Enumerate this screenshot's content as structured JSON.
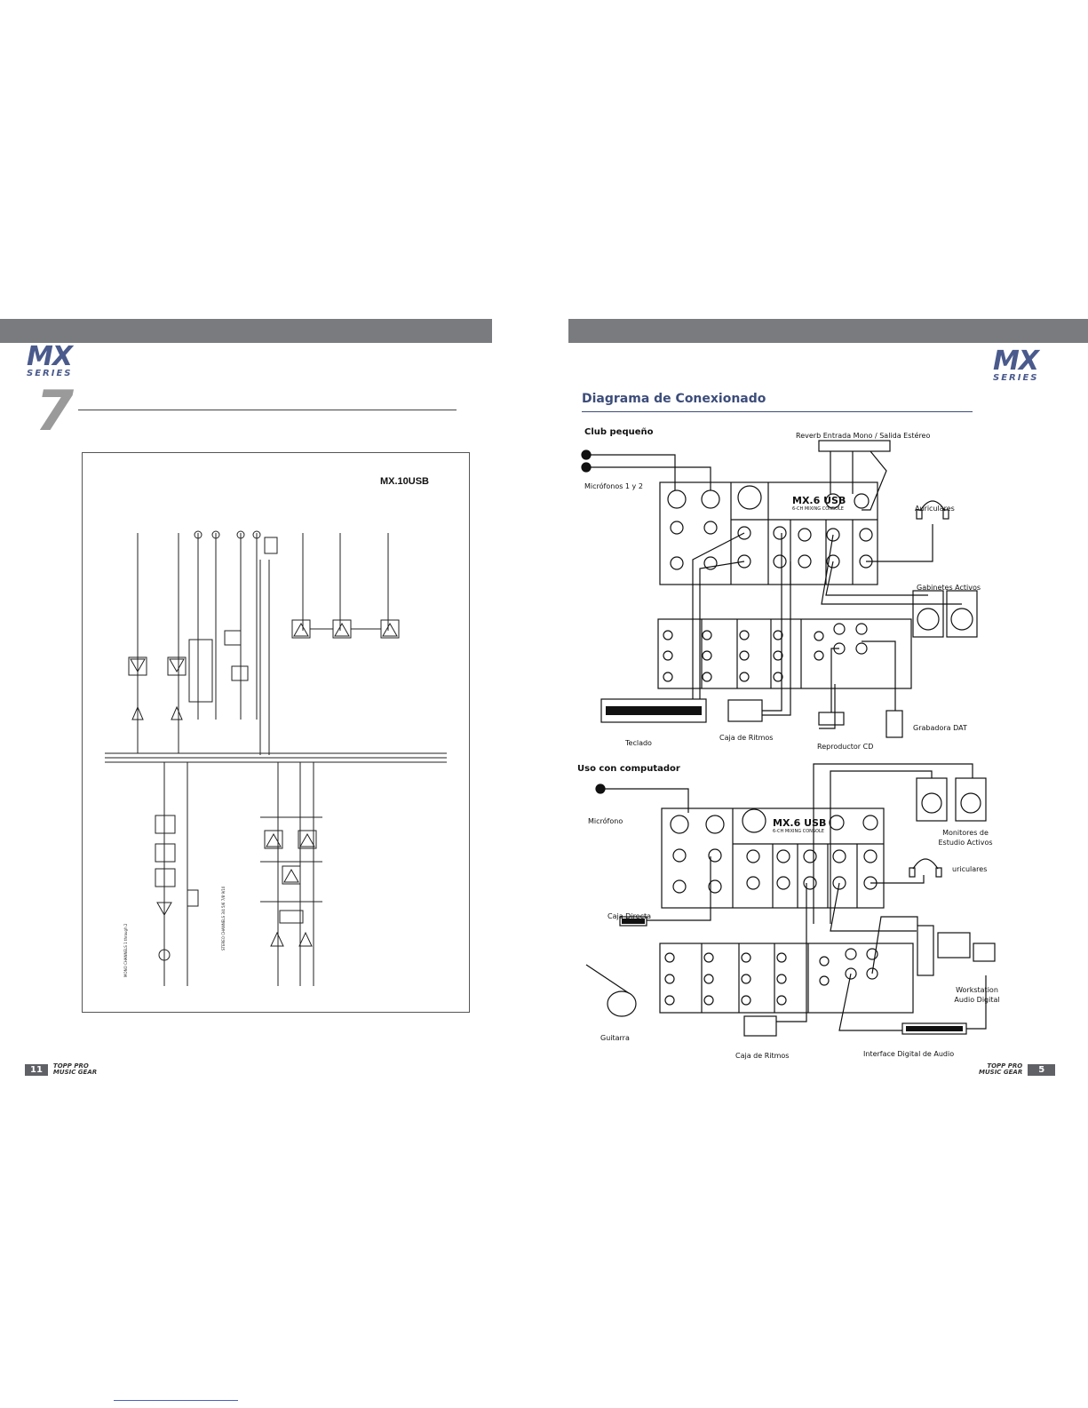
{
  "left_page": {
    "logo": {
      "mx": "MX",
      "series": "SERIES"
    },
    "section_number": "7",
    "schematic_title": "MX.10USB",
    "footer": {
      "page_number": "11",
      "brand_line1": "TOPP PRO",
      "brand_line2": "MUSIC GEAR"
    }
  },
  "right_page": {
    "logo": {
      "mx": "MX",
      "series": "SERIES"
    },
    "title": "Diagrama de Conexionado",
    "club": {
      "subtitle": "Club pequeño",
      "reverb": "Reverb Entrada Mono / Salida Estéreo",
      "microphones": "Micrófonos 1 y 2",
      "headphones": "Auriculares",
      "active_cabinets": "Gabinetes Activos",
      "keyboard": "Teclado",
      "drum_machine": "Caja de Ritmos",
      "cd_player": "Reproductor CD",
      "dat_recorder": "Grabadora DAT",
      "mixer_model": "MX.6 USB",
      "mixer_subtitle": "6-CH MIXING CONSOLE"
    },
    "computer": {
      "subtitle": "Uso con computador",
      "microphone": "Micrófono",
      "monitors_line1": "Monitores de",
      "monitors_line2": "Estudio Activos",
      "headphones": "uriculares",
      "direct_box": "Caja Directa",
      "guitar": "Guitarra",
      "drum_machine": "Caja de Ritmos",
      "audio_interface": "Interface Digital de Audio",
      "workstation_line1": "Workstation",
      "workstation_line2": "Audio Digital",
      "mixer_model": "MX.6 USB",
      "mixer_subtitle": "6-CH MIXING CONSOLE"
    },
    "footer": {
      "page_number": "5",
      "brand_line1": "TOPP PRO",
      "brand_line2": "MUSIC GEAR"
    }
  },
  "colors": {
    "banner": "#7a7b7e",
    "accent": "#3d4d7a",
    "logo": "#4a5a8c",
    "section_number": "#9a9a9a"
  }
}
